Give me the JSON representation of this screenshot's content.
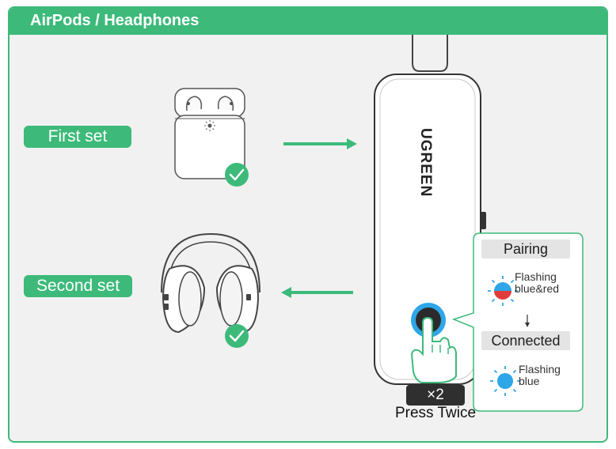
{
  "header": {
    "title": "AirPods / Headphones"
  },
  "first_set": {
    "label": "First set"
  },
  "second_set": {
    "label": "Second set"
  },
  "device": {
    "brand": "UGREEN"
  },
  "press": {
    "count_label": "×2",
    "instruction": "Press Twice"
  },
  "status_panel": {
    "pairing": {
      "label": "Pairing",
      "line1": "Flashing",
      "line2": "blue&red"
    },
    "connected": {
      "label": "Connected",
      "line1": "Flashing",
      "line2": "blue"
    }
  },
  "colors": {
    "accent": "#3dba7a",
    "led_blue": "#2ea6e8",
    "led_red": "#e23b3b",
    "background": "#f1f1f1"
  },
  "icons": [
    "airpods-case-icon",
    "headphones-icon",
    "check-icon",
    "arrow-right-icon",
    "arrow-left-icon",
    "arrow-down-icon",
    "hand-press-icon",
    "led-blue-red-icon",
    "led-blue-icon"
  ]
}
